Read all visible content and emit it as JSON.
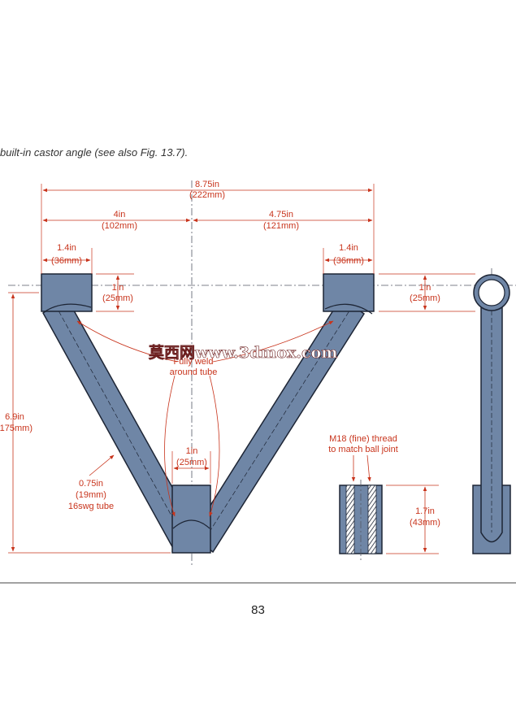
{
  "caption": "built-in castor angle (see also Fig. 13.7).",
  "page_number": "83",
  "watermark": "莫西网www.3dmox.com",
  "colors": {
    "dimension": "#c8341c",
    "tube_fill": "#6f86a6",
    "tube_stroke": "#1d2535",
    "centerline": "#555a66"
  },
  "dimensions": {
    "overall_width": {
      "imperial": "8.75in",
      "metric": "(222mm)"
    },
    "left_span": {
      "imperial": "4in",
      "metric": "(102mm)"
    },
    "right_span": {
      "imperial": "4.75in",
      "metric": "(121mm)"
    },
    "left_block_width": {
      "imperial": "1.4in",
      "metric": "(36mm)"
    },
    "right_block_width": {
      "imperial": "1.4in",
      "metric": "(36mm)"
    },
    "left_block_height": {
      "imperial": "1in",
      "metric": "(25mm)"
    },
    "right_block_height": {
      "imperial": "1in",
      "metric": "(25mm)"
    },
    "overall_height": {
      "imperial": "6.9in",
      "metric": "(175mm)"
    },
    "bottom_block_width": {
      "imperial": "1in",
      "metric": "(25mm)"
    },
    "ball_joint_height": {
      "imperial": "1.7in",
      "metric": "(43mm)"
    }
  },
  "labels": {
    "weld": [
      "Fully weld",
      "around tube"
    ],
    "tube": [
      "0.75in",
      "(19mm)",
      "16swg tube"
    ],
    "thread": [
      "M18 (fine) thread",
      "to match ball joint"
    ]
  }
}
